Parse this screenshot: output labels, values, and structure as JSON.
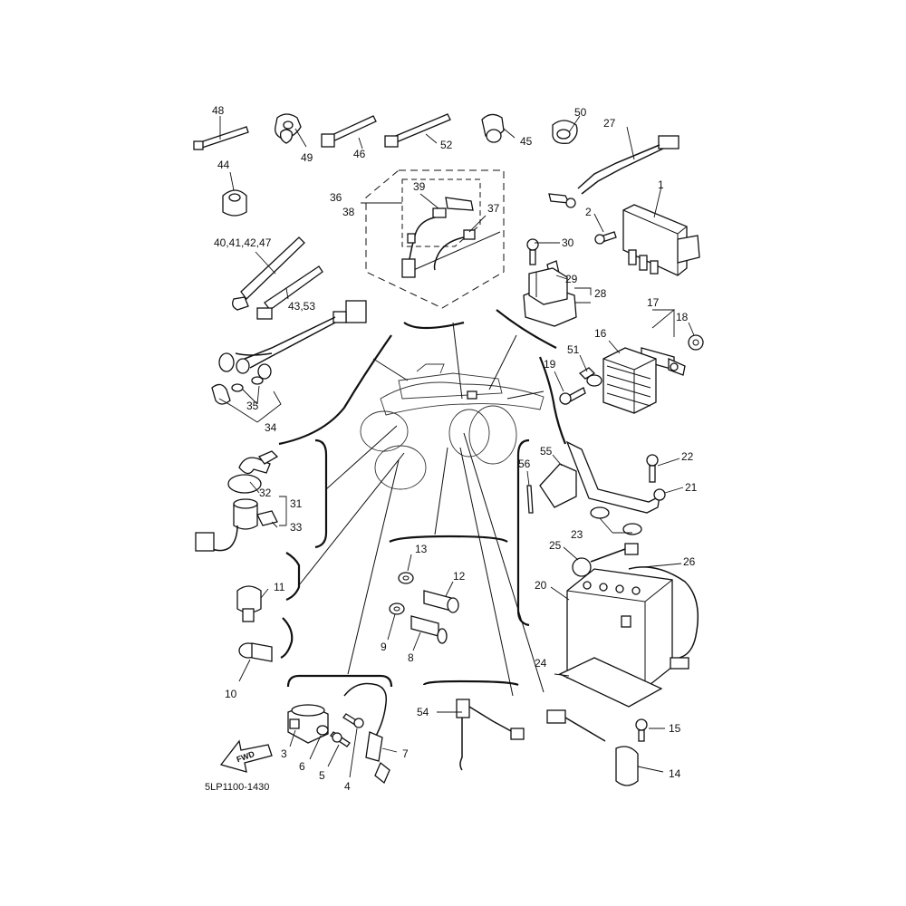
{
  "diagram": {
    "reference": "5LP1100-1430",
    "fwd_label": "FWD",
    "callouts": [
      {
        "id": "c1",
        "text": "1"
      },
      {
        "id": "c2",
        "text": "2"
      },
      {
        "id": "c3",
        "text": "3"
      },
      {
        "id": "c4",
        "text": "4"
      },
      {
        "id": "c5",
        "text": "5"
      },
      {
        "id": "c6",
        "text": "6"
      },
      {
        "id": "c7",
        "text": "7"
      },
      {
        "id": "c8",
        "text": "8"
      },
      {
        "id": "c9",
        "text": "9"
      },
      {
        "id": "c10",
        "text": "10"
      },
      {
        "id": "c11",
        "text": "11"
      },
      {
        "id": "c12",
        "text": "12"
      },
      {
        "id": "c13",
        "text": "13"
      },
      {
        "id": "c14",
        "text": "14"
      },
      {
        "id": "c15",
        "text": "15"
      },
      {
        "id": "c16",
        "text": "16"
      },
      {
        "id": "c17",
        "text": "17"
      },
      {
        "id": "c18",
        "text": "18"
      },
      {
        "id": "c19",
        "text": "19"
      },
      {
        "id": "c20",
        "text": "20"
      },
      {
        "id": "c21",
        "text": "21"
      },
      {
        "id": "c22",
        "text": "22"
      },
      {
        "id": "c23",
        "text": "23"
      },
      {
        "id": "c24",
        "text": "24"
      },
      {
        "id": "c25",
        "text": "25"
      },
      {
        "id": "c26",
        "text": "26"
      },
      {
        "id": "c27",
        "text": "27"
      },
      {
        "id": "c28",
        "text": "28"
      },
      {
        "id": "c29",
        "text": "29"
      },
      {
        "id": "c30",
        "text": "30"
      },
      {
        "id": "c31",
        "text": "31"
      },
      {
        "id": "c32",
        "text": "32"
      },
      {
        "id": "c33",
        "text": "33"
      },
      {
        "id": "c34",
        "text": "34"
      },
      {
        "id": "c35",
        "text": "35"
      },
      {
        "id": "c36",
        "text": "36"
      },
      {
        "id": "c37",
        "text": "37"
      },
      {
        "id": "c38",
        "text": "38"
      },
      {
        "id": "c39",
        "text": "39"
      },
      {
        "id": "c40",
        "text": "40,41,42,47"
      },
      {
        "id": "c43",
        "text": "43,53"
      },
      {
        "id": "c44",
        "text": "44"
      },
      {
        "id": "c45",
        "text": "45"
      },
      {
        "id": "c46",
        "text": "46"
      },
      {
        "id": "c48",
        "text": "48"
      },
      {
        "id": "c49",
        "text": "49"
      },
      {
        "id": "c50",
        "text": "50"
      },
      {
        "id": "c51",
        "text": "51"
      },
      {
        "id": "c52",
        "text": "52"
      },
      {
        "id": "c54",
        "text": "54"
      },
      {
        "id": "c55",
        "text": "55"
      },
      {
        "id": "c56",
        "text": "56"
      }
    ]
  }
}
